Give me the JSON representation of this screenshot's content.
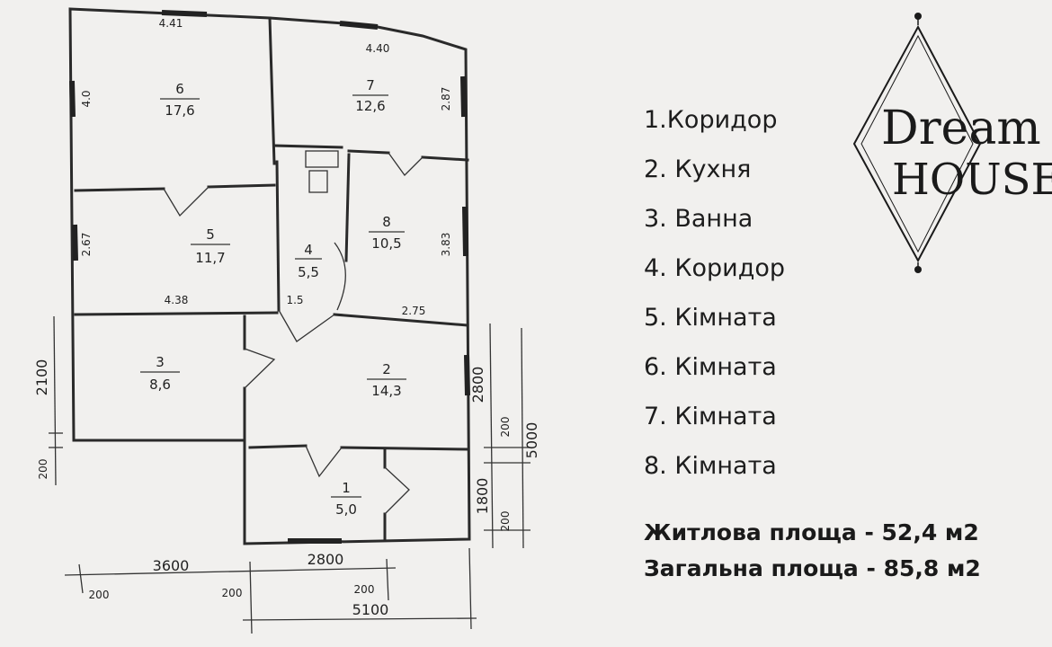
{
  "rooms": [
    {
      "number": "1",
      "area": "5,0"
    },
    {
      "number": "2",
      "area": "14,3"
    },
    {
      "number": "3",
      "area": "8,6"
    },
    {
      "number": "4",
      "area": "5,5"
    },
    {
      "number": "5",
      "area": "11,7"
    },
    {
      "number": "6",
      "area": "17,6"
    },
    {
      "number": "7",
      "area": "12,6"
    },
    {
      "number": "8",
      "area": "10,5"
    }
  ],
  "dimensions": {
    "room6_top": "4.41",
    "room6_left": "4.0",
    "room7_top": "4.40",
    "room7_right": "2.87",
    "room5_left": "2.67",
    "room5_bottom": "4.38",
    "room4_width": "1.5",
    "room8_right": "3.83",
    "room8_bottom": "2.75",
    "left_2100": "2100",
    "left_200": "200",
    "right_2800": "2800",
    "right_200": "200",
    "right_5000": "5000",
    "right_1800": "1800",
    "right_lower_200": "200",
    "bottom_3600": "3600",
    "bottom_2800": "2800",
    "bottom_200_a": "200",
    "bottom_200_b": "200",
    "bottom_200_c": "200",
    "bottom_5100": "5100"
  },
  "legend": [
    "1.Коридор",
    "2. Кухня",
    "3. Ванна",
    "4. Коридор",
    "5. Кімната",
    "6. Кімната",
    "7. Кімната",
    "8. Кімната"
  ],
  "living_area": "Житлова площа - 52,4 м2",
  "total_area": "Загальна площа - 85,8 м2",
  "logo": {
    "line1": "Dream",
    "line2": "HOUSE"
  },
  "colors": {
    "background": "#f1f0ee",
    "ink": "#222222"
  }
}
